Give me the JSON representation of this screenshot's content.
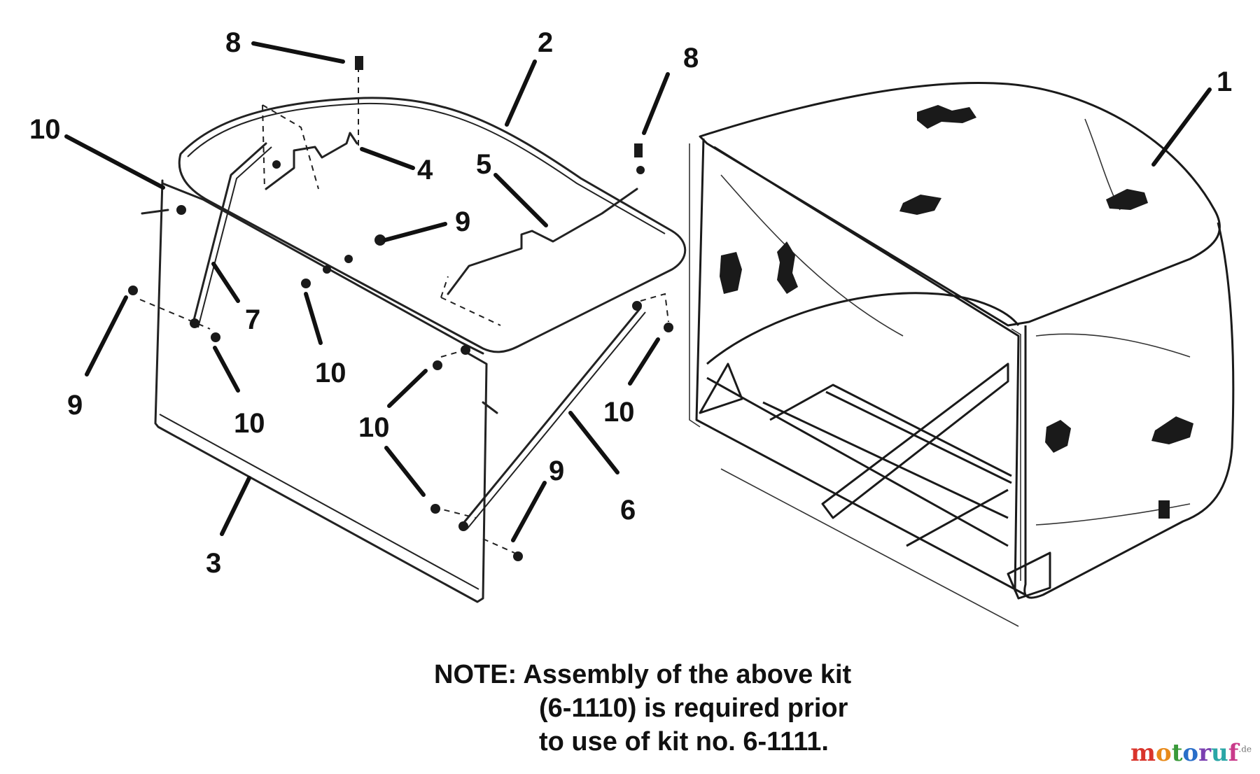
{
  "callouts": {
    "c1": "1",
    "c2": "2",
    "c3": "3",
    "c4": "4",
    "c5": "5",
    "c6": "6",
    "c7": "7",
    "c8a": "8",
    "c8b": "8",
    "c9a": "9",
    "c9b": "9",
    "c9c": "9",
    "c10a": "10",
    "c10b": "10",
    "c10c": "10",
    "c10d": "10",
    "c10e": "10"
  },
  "note": {
    "line1": "NOTE: Assembly of the above kit",
    "line2": "(6-1110) is required prior",
    "line3": "to use of kit no. 6-1111."
  },
  "watermark": {
    "text_m": "m",
    "text_o1": "o",
    "text_t": "t",
    "text_o2": "o",
    "text_r": "r",
    "text_u": "u",
    "text_f": "f",
    "suffix": ".de",
    "colors": [
      "#d9342b",
      "#e88a1a",
      "#3a9a3a",
      "#2a6fc9",
      "#7a3fb0",
      "#2aa6a6",
      "#c93a8a"
    ]
  }
}
